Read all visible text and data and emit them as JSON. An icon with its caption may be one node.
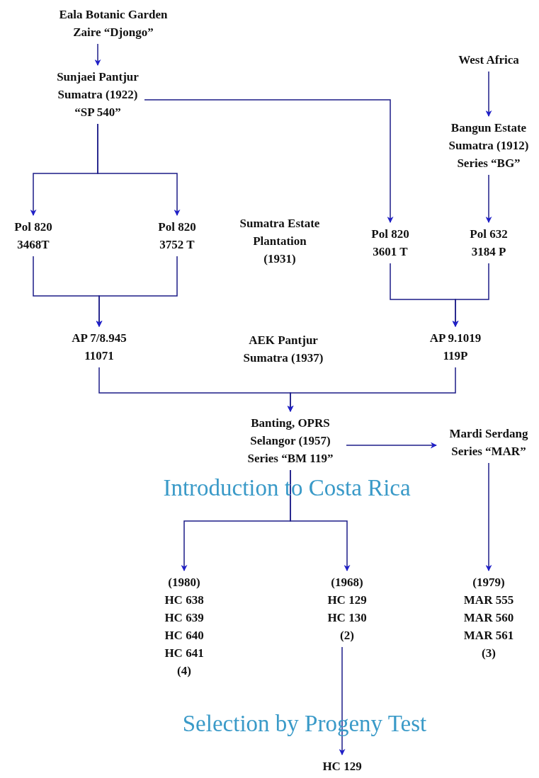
{
  "diagram": {
    "nodes": [
      {
        "text": [
          "Eala Botanic Garden Zaire “Djongo”"
        ]
      },
      {
        "text": [
          "Sunjaei Pantjur Sumatra (1922) “SP 540”"
        ]
      },
      {
        "text": [
          "West Africa"
        ]
      },
      {
        "text": [
          "Bangun Estate Sumatra (1912) Series “BG”"
        ]
      },
      {
        "text": [
          "Pol 820 3468T"
        ]
      },
      {
        "text": [
          "Pol 820 3752 T"
        ]
      },
      {
        "text": [
          "Pol 820 3601 T"
        ]
      },
      {
        "text": [
          "Pol 632 3184 P"
        ]
      },
      {
        "text": [
          "AP 7/8.945 11071"
        ]
      },
      {
        "text": [
          "AP 9.1019 119P"
        ]
      },
      {
        "text": [
          "Banting, OPRS Selangor (1957) Series “BM 119”"
        ]
      },
      {
        "text": [
          "Mardi Serdang Series “MAR”"
        ]
      },
      {
        "text": [
          "(1980) HC 638 HC 639 HC 640 HC 641 (4)"
        ]
      },
      {
        "text": [
          "(1968) HC 129 HC 130 (2)"
        ]
      },
      {
        "text": [
          "(1979) MAR 555 MAR 560 MAR 561 (3)"
        ]
      },
      {
        "text": [
          "HC 129"
        ]
      }
    ],
    "edges": [
      {
        "from": 0,
        "to": 1,
        "arrow": "to"
      },
      {
        "from": 1,
        "to": 4,
        "arrow": "to"
      },
      {
        "from": 1,
        "to": 5,
        "arrow": "to"
      },
      {
        "from": 1,
        "to": 6,
        "arrow": "to"
      },
      {
        "from": 2,
        "to": 3,
        "arrow": "to"
      },
      {
        "from": 3,
        "to": 7,
        "arrow": "to"
      },
      {
        "from": 4,
        "to": 8,
        "arrow": "to"
      },
      {
        "from": 5,
        "to": 8,
        "arrow": "to"
      },
      {
        "from": 6,
        "to": 9,
        "arrow": "to"
      },
      {
        "from": 7,
        "to": 9,
        "arrow": "to"
      },
      {
        "from": 8,
        "to": 10,
        "arrow": "to"
      },
      {
        "from": 9,
        "to": 10,
        "arrow": "to"
      },
      {
        "from": 10,
        "to": 11,
        "arrow": "to"
      },
      {
        "from": 10,
        "to": 12,
        "arrow": "to"
      },
      {
        "from": 10,
        "to": 13,
        "arrow": "to"
      },
      {
        "from": 11,
        "to": 14,
        "arrow": "to"
      },
      {
        "from": 13,
        "to": 15,
        "arrow": "to"
      }
    ],
    "labels": [
      "Sumatra Estate Plantation (1931)",
      "AEK Pantjur Sumatra (1937)",
      "Introduction to Costa Rica",
      "Selection by Progeny Test"
    ]
  }
}
